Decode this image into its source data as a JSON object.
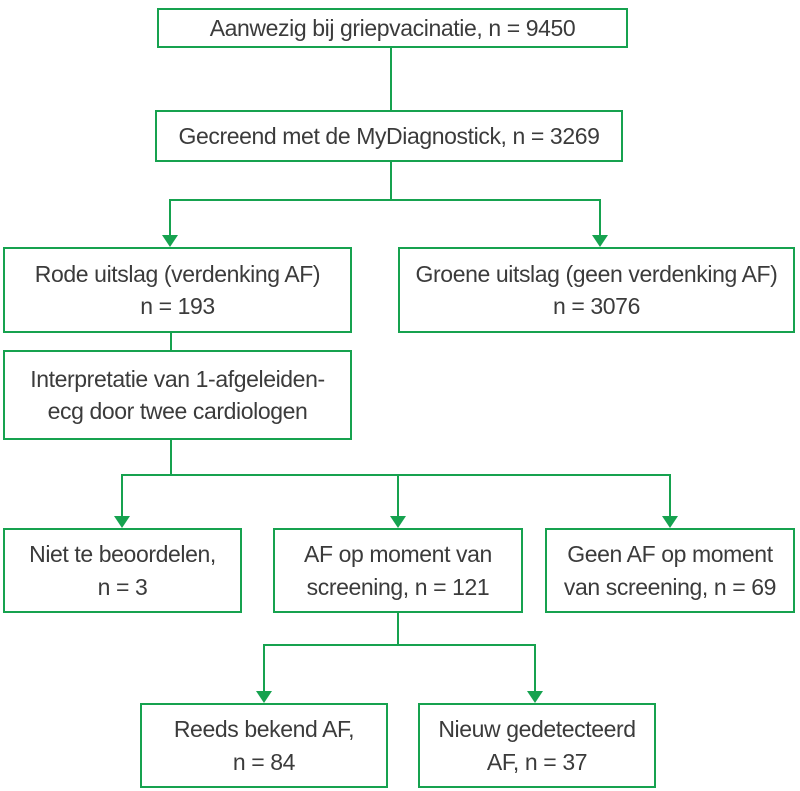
{
  "diagram": {
    "type": "flowchart",
    "language": "nl",
    "colors": {
      "line": "#16a24f",
      "text": "#3b3b3b",
      "background": "#ffffff"
    },
    "nodes": {
      "aanwezig": {
        "label": "Aanwezig bij griepvacinatie, n = 9450",
        "n": 9450
      },
      "gescreend": {
        "label": "Gecreend met de MyDiagnostick, n = 3269",
        "n": 3269
      },
      "rode_uitslag": {
        "label": "Rode uitslag (verdenking AF)\nn = 193",
        "n": 193
      },
      "groene_uitslag": {
        "label": "Groene uitslag (geen verdenking AF)\nn = 3076",
        "n": 3076
      },
      "interpretatie": {
        "label": "Interpretatie van 1-afgeleiden-\necg door twee cardiologen"
      },
      "niet_te_beoordelen": {
        "label": "Niet te beoordelen,\nn = 3",
        "n": 3
      },
      "af_op_moment": {
        "label": "AF op moment van\nscreening, n = 121",
        "n": 121
      },
      "geen_af_op_moment": {
        "label": "Geen AF op moment\nvan screening, n = 69",
        "n": 69
      },
      "reeds_bekend": {
        "label": "Reeds bekend AF,\nn = 84",
        "n": 84
      },
      "nieuw_gedetecteerd": {
        "label": "Nieuw gedetecteerd\nAF, n = 37",
        "n": 37
      }
    }
  }
}
